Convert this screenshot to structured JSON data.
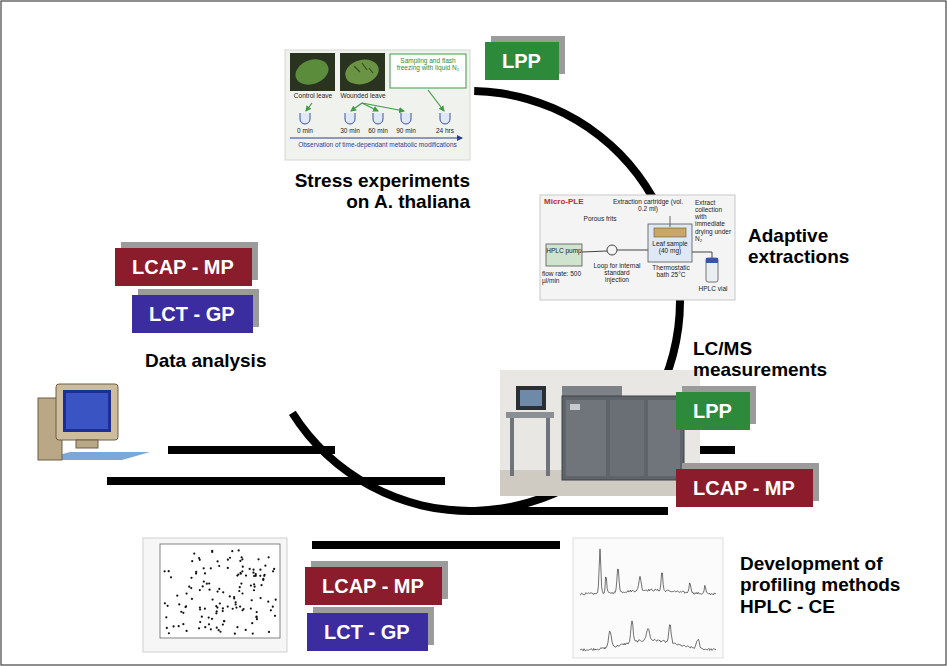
{
  "diagram": {
    "nodes": [
      {
        "text": [
          "LPP"
        ]
      },
      {
        "text": [
          "LCAP - MP"
        ]
      },
      {
        "text": [
          "LCT - GP"
        ]
      },
      {
        "text": [
          "LPP"
        ]
      },
      {
        "text": [
          "LCAP - MP"
        ]
      },
      {
        "text": [
          "LCAP - MP"
        ]
      },
      {
        "text": [
          "LCT - GP"
        ]
      }
    ],
    "labels": [
      "Stress experiments on A. thaliana",
      "Adaptive extractions",
      "LC/MS measurements",
      "Data analysis",
      "Development of profiling methods HPLC - CE",
      "Control leave",
      "Wounded leave",
      "Sampling and flash freezing with liquid N₂",
      "0 min",
      "30 min",
      "60 min",
      "90 min",
      "24 hrs",
      "Observation of time-dependant metabolic modifications",
      "Micro-PLE",
      "Extraction cartridge (vol. 0.2 ml)",
      "Porous frits",
      "HPLC pump",
      "flow rate: 500 µl/min",
      "Loop for internal standard injection",
      "Leaf sample (40 mg)",
      "Thermostatic bath 25°C",
      "Extract collection with immediate drying under N₂",
      "HPLC vial"
    ]
  }
}
